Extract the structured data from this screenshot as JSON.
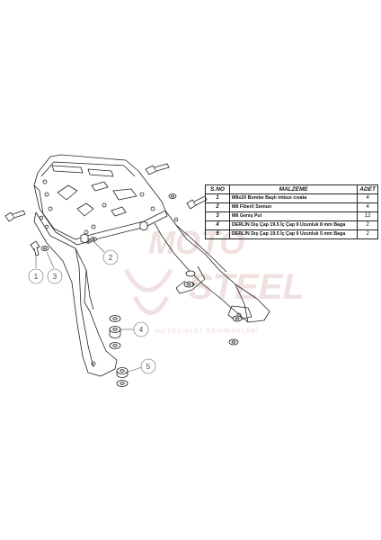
{
  "table": {
    "headers": {
      "no": "S.NO",
      "material": "MALZEME",
      "qty": "ADET"
    },
    "rows": [
      {
        "no": "1",
        "material": "M8x20 Bombe Başlı imbus cıvata",
        "qty": "4"
      },
      {
        "no": "2",
        "material": "M8 Fiberli Somun",
        "qty": "4"
      },
      {
        "no": "3",
        "material": "M8 Geniş Pul",
        "qty": "12"
      },
      {
        "no": "4",
        "material": "DERLİN Dış Çap 19.5 İç Çap 9 Uzunluk 8 mm Baga",
        "qty": "2"
      },
      {
        "no": "5",
        "material": "DERLİN Dış Çap 19.5 İç Çap 9 Uzunluk 5 mm Baga",
        "qty": "2"
      }
    ]
  },
  "callouts": [
    "1",
    "2",
    "3",
    "4",
    "5"
  ],
  "watermark": {
    "line1": "MOTO",
    "line2": "STEEL",
    "line3": "MOTOSİKLET EKİPMANLARI"
  },
  "colors": {
    "line": "#222222",
    "watermark": "#d9a8a8"
  }
}
